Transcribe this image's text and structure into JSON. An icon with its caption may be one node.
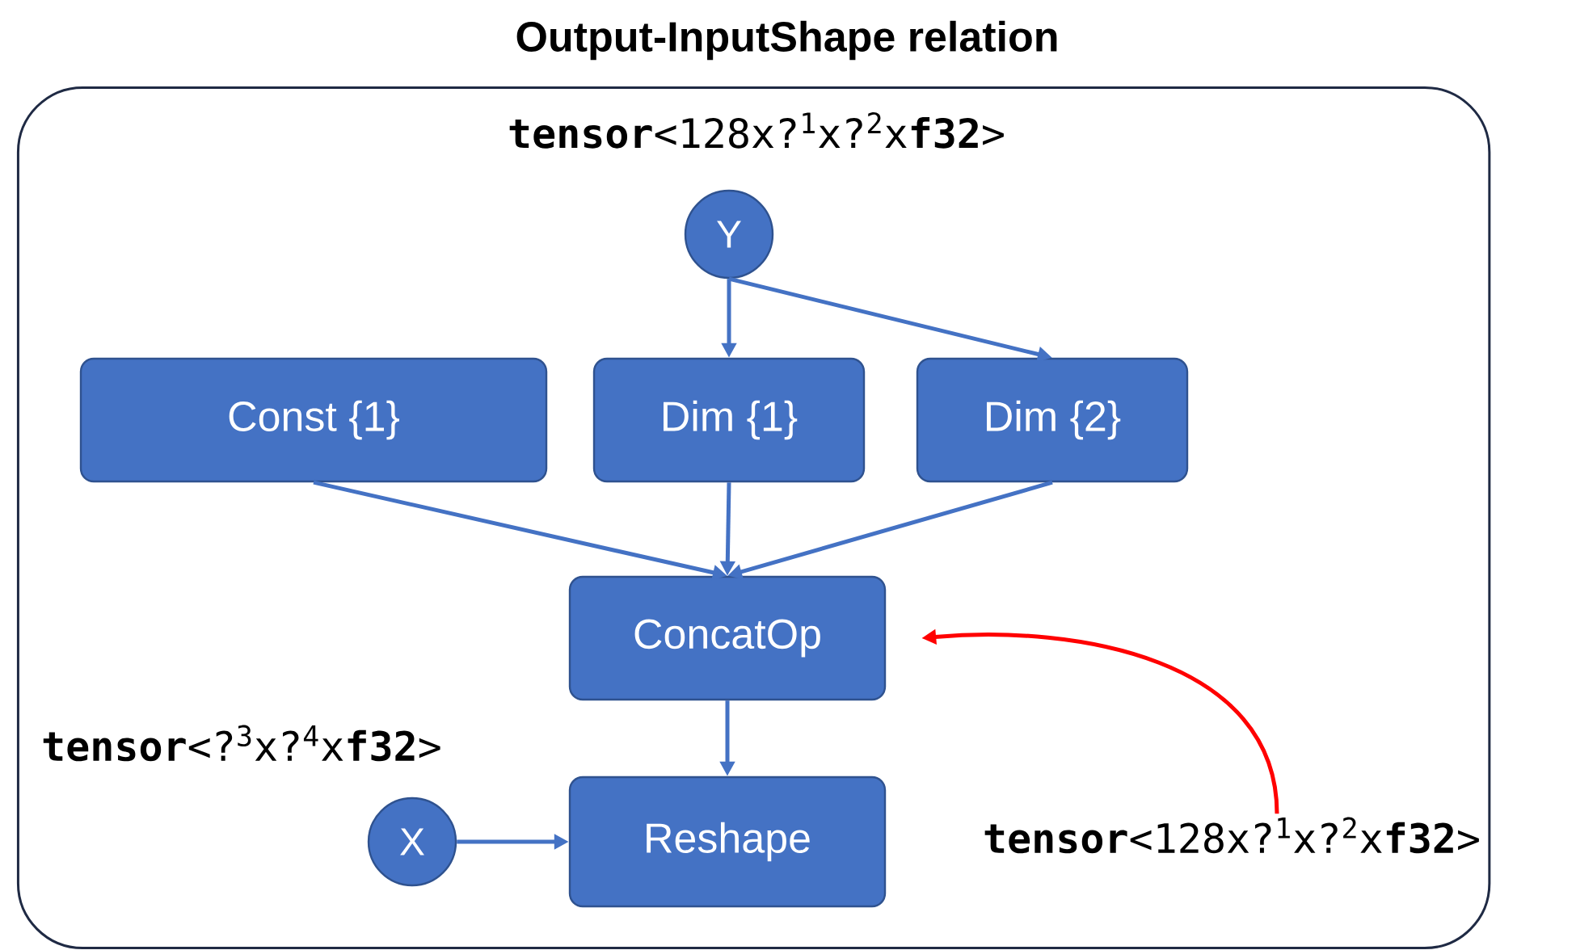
{
  "diagram": {
    "title": "Output-InputShape relation",
    "nodes": [
      {
        "text": [],
        "shape": "box"
      },
      {
        "text": [
          "Y"
        ],
        "in": 0,
        "beside": [
          "**tensor**<128x?$^{1}$x?$^{2}$x**f32**>"
        ]
      },
      {
        "text": [
          "Const {1}"
        ],
        "in": 0
      },
      {
        "text": [
          "Dim {1}"
        ],
        "in": 0
      },
      {
        "text": [
          "Dim {2}"
        ],
        "in": 0
      },
      {
        "text": [
          "ConcatOp"
        ],
        "in": 0
      },
      {
        "text": [
          "X"
        ],
        "in": 0
      },
      {
        "text": [
          "Reshape"
        ],
        "in": 0
      },
      {
        "text": [
          "**tensor**<128x?$^{1}$x?$^{2}$x**f32**>"
        ],
        "in": 0
      }
    ],
    "edges": [
      {
        "from": 1,
        "to": 3,
        "arrow": "to"
      },
      {
        "from": 1,
        "to": 4,
        "arrow": "to"
      },
      {
        "from": 2,
        "to": 5,
        "arrow": "to"
      },
      {
        "from": 3,
        "to": 5,
        "arrow": "to"
      },
      {
        "from": 4,
        "to": 5,
        "arrow": "to"
      },
      {
        "from": 5,
        "to": 7,
        "arrow": "to"
      },
      {
        "from": 6,
        "to": 7,
        "arrow": "to"
      },
      {
        "from": 8,
        "to": 5,
        "arrow": "to",
        "color": "#ff0000"
      }
    ],
    "labels": [
      "**tensor**<?$^{3}$x?$^{4}$x**f32**>"
    ]
  }
}
